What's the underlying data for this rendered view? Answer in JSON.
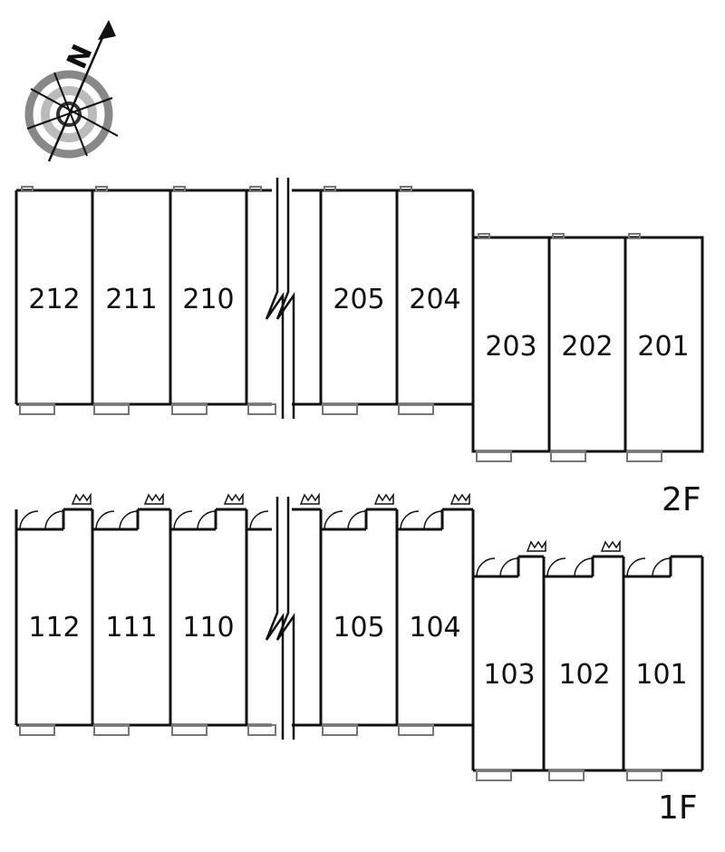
{
  "compass": {
    "north_label": "N",
    "icon": "compass-rose-icon"
  },
  "floor2": {
    "label": "2F",
    "rooms": [
      "212",
      "211",
      "210",
      "205",
      "204",
      "203",
      "202",
      "201"
    ]
  },
  "floor1": {
    "label": "1F",
    "rooms": [
      "112",
      "111",
      "110",
      "105",
      "104",
      "103",
      "102",
      "101"
    ]
  },
  "colors": {
    "wall": "#111111",
    "balcony": "#777777",
    "compass_ring": "#999999"
  }
}
